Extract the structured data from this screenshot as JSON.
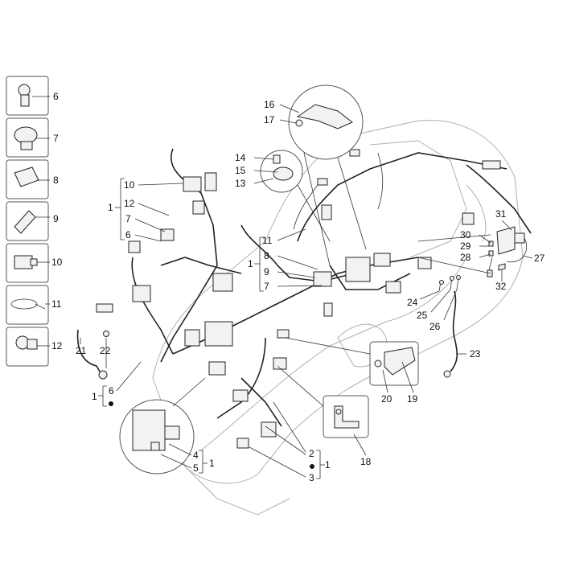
{
  "callouts": {
    "l6a": "6",
    "l7a": "7",
    "l8a": "8",
    "l9a": "9",
    "l10a": "10",
    "l11a": "11",
    "l12a": "12",
    "l10b": "10",
    "l12b": "12",
    "l7b": "7",
    "l6b": "6",
    "l1a": "1",
    "l16": "16",
    "l17": "17",
    "l14": "14",
    "l15": "15",
    "l13": "13",
    "l11b": "11",
    "l8b": "8",
    "l9b": "9",
    "l7c": "7",
    "l1b": "1",
    "l31": "31",
    "l30": "30",
    "l29": "29",
    "l28": "28",
    "l27": "27",
    "l32": "32",
    "l24": "24",
    "l25": "25",
    "l26": "26",
    "l23": "23",
    "l20": "20",
    "l19": "19",
    "l18": "18",
    "l21": "21",
    "l22": "22",
    "l1c": "1",
    "l6c": "6",
    "l4": "4",
    "l5": "5",
    "l1d": "1",
    "l2": "2",
    "l3": "3",
    "l1e": "1"
  }
}
